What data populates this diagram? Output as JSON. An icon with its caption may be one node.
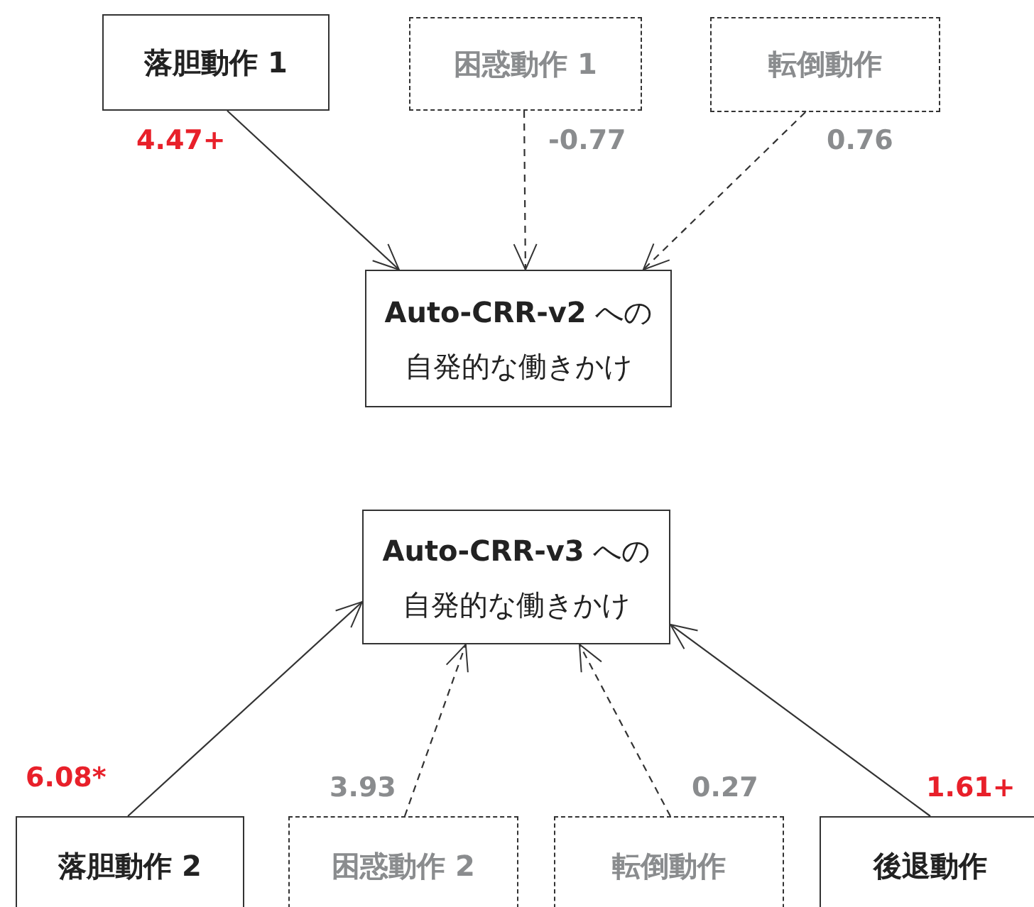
{
  "diagram": {
    "nodes": [
      {
        "text": [
          "落胆動作 1"
        ]
      },
      {
        "text": [
          "困惑動作 1"
        ]
      },
      {
        "text": [
          "転倒動作"
        ]
      },
      {
        "text": [
          "**Auto-CRR-v2** への自発的な働きかけ"
        ]
      },
      {
        "text": [
          "**Auto-CRR-v3** への自発的な働きかけ"
        ]
      },
      {
        "text": [
          "落胆動作 2"
        ]
      },
      {
        "text": [
          "困惑動作 2"
        ]
      },
      {
        "text": [
          "転倒動作"
        ]
      },
      {
        "text": [
          "後退動作"
        ]
      }
    ],
    "edges": [
      {
        "from": 0,
        "to": 3,
        "arrow": "to",
        "label": "4.47+"
      },
      {
        "from": 1,
        "to": 3,
        "arrow": "to",
        "label": "-0.77",
        "style": "dashed"
      },
      {
        "from": 2,
        "to": 3,
        "arrow": "to",
        "label": "0.76",
        "style": "dashed"
      },
      {
        "from": 5,
        "to": 4,
        "arrow": "to",
        "label": "6.08*"
      },
      {
        "from": 6,
        "to": 4,
        "arrow": "to",
        "label": "3.93",
        "style": "dashed"
      },
      {
        "from": 7,
        "to": 4,
        "arrow": "to",
        "label": "0.27",
        "style": "dashed"
      },
      {
        "from": 8,
        "to": 4,
        "arrow": "to",
        "label": "1.61+"
      }
    ]
  }
}
